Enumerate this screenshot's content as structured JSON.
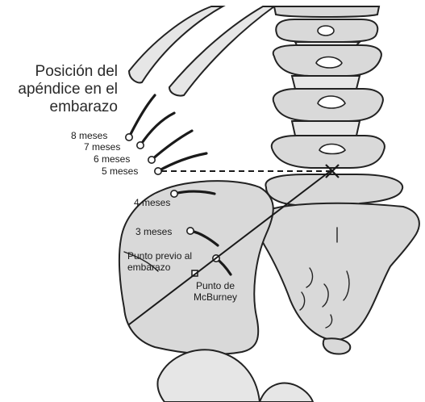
{
  "title_lines": [
    "Posición del",
    "apéndice en el",
    "embarazo"
  ],
  "labels": {
    "m8": "8 meses",
    "m7": "7 meses",
    "m6": "6 meses",
    "m5": "5 meses",
    "m4": "4 meses",
    "m3": "3 meses",
    "pre1": "Punto previo al",
    "pre2": "embarazo",
    "mcb1": "Punto de",
    "mcb2": "McBurney"
  }
}
